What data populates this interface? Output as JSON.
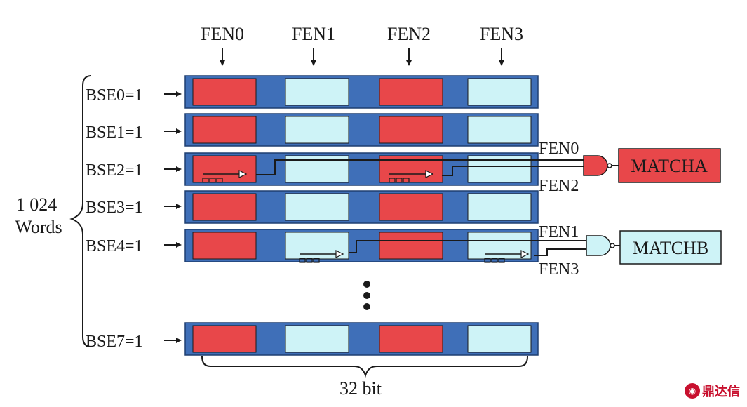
{
  "fen_labels": [
    "FEN0",
    "FEN1",
    "FEN2",
    "FEN3"
  ],
  "rows": [
    {
      "label": "BSE0=1"
    },
    {
      "label": "BSE1=1"
    },
    {
      "label": "BSE2=1"
    },
    {
      "label": "BSE3=1"
    },
    {
      "label": "BSE4=1"
    },
    {
      "label": "BSE7=1"
    }
  ],
  "words_label_line1": "1 024",
  "words_label_line2": "Words",
  "bit_label": "32 bit",
  "gate_a": {
    "in1": "FEN0",
    "in2": "FEN2",
    "out": "MATCHA"
  },
  "gate_b": {
    "in1": "FEN1",
    "in2": "FEN3",
    "out": "MATCHB"
  },
  "logo_text": "鼎达信",
  "colors": {
    "frame": "#3f6fb8",
    "field_red": "#e8474a",
    "field_cyan": "#cef3f7",
    "match_a": "#e8474a",
    "match_b": "#cef3f7"
  },
  "icons": [
    "down-arrow-icon",
    "right-arrow-icon",
    "and-gate-icon",
    "brace-icon",
    "vertical-ellipsis-icon"
  ]
}
